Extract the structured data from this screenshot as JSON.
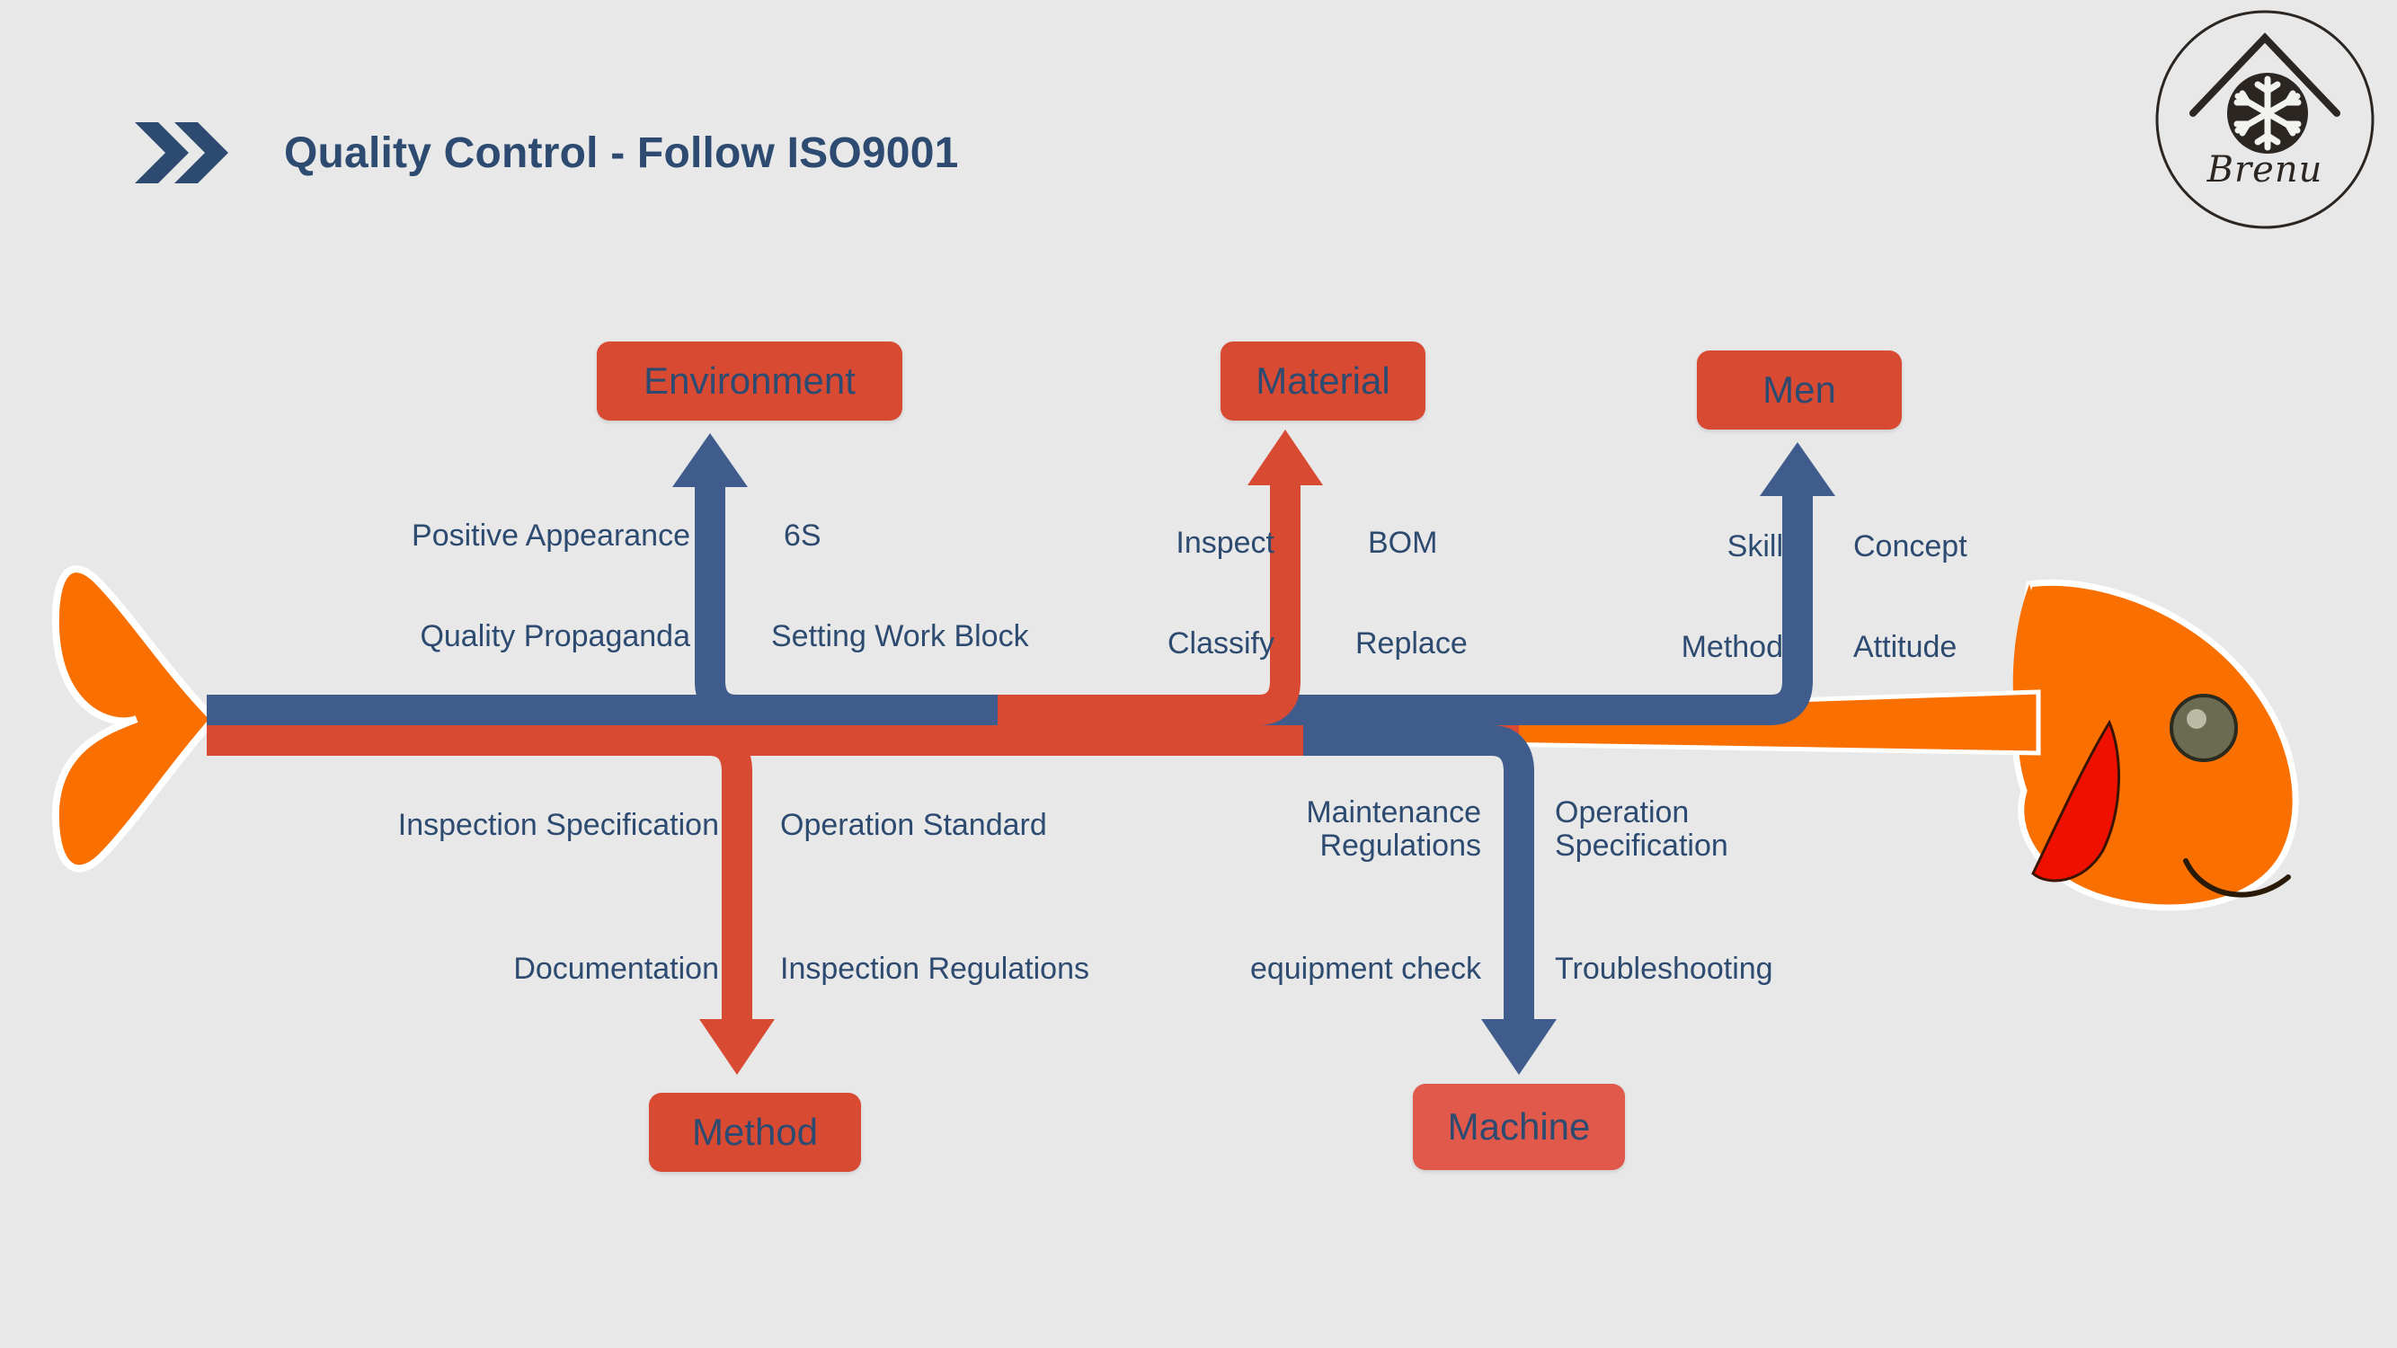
{
  "header": {
    "title": "Quality Control - Follow ISO9001",
    "chevron_icon": "double-chevron-right-icon"
  },
  "logo": {
    "brand": "Brenu",
    "roof_icon": "roof-chevron-icon",
    "snowflake_icon": "snowflake-icon"
  },
  "colors": {
    "background": "#e8e8e8",
    "navy": "#3f5c8c",
    "navy_text": "#2d4a70",
    "red": "#d94a33",
    "red_light": "#e0594a",
    "orange": "#fa7000",
    "gill_red": "#f01000",
    "eye": "#6b6b52"
  },
  "chart_data": {
    "type": "fishbone",
    "title": "Quality Control - Follow ISO9001",
    "effect": "Quality Control",
    "categories": [
      {
        "name": "Environment",
        "position": "top",
        "box_color": "#d94a33",
        "arrow_color": "#3f5c8c",
        "causes_left": [
          "Positive Appearance",
          "Quality Propaganda"
        ],
        "causes_right": [
          "6S",
          "Setting Work Block"
        ]
      },
      {
        "name": "Material",
        "position": "top",
        "box_color": "#d94a33",
        "arrow_color": "#d94a33",
        "causes_left": [
          "Inspect",
          "Classify"
        ],
        "causes_right": [
          "BOM",
          "Replace"
        ]
      },
      {
        "name": "Men",
        "position": "top",
        "box_color": "#d94a33",
        "arrow_color": "#3f5c8c",
        "causes_left": [
          "Skill",
          "Method"
        ],
        "causes_right": [
          "Concept",
          "Attitude"
        ]
      },
      {
        "name": "Method",
        "position": "bottom",
        "box_color": "#d94a33",
        "arrow_color": "#d94a33",
        "causes_left": [
          "Inspection Specification",
          "Documentation"
        ],
        "causes_right": [
          "Operation Standard",
          "Inspection Regulations"
        ]
      },
      {
        "name": "Machine",
        "position": "bottom",
        "box_color": "#e0594a",
        "arrow_color": "#3f5c8c",
        "causes_left": [
          "Maintenance\nRegulations",
          "equipment check"
        ],
        "causes_right": [
          "Operation\nSpecification",
          "Troubleshooting"
        ]
      }
    ]
  },
  "boxes": {
    "environment": "Environment",
    "material": "Material",
    "men": "Men",
    "method": "Method",
    "machine": "Machine"
  },
  "causes": {
    "environment": {
      "l1": "Positive Appearance",
      "r1": "6S",
      "l2": "Quality Propaganda",
      "r2": "Setting Work Block"
    },
    "material": {
      "l1": "Inspect",
      "r1": "BOM",
      "l2": "Classify",
      "r2": "Replace"
    },
    "men": {
      "l1": "Skill",
      "r1": "Concept",
      "l2": "Method",
      "r2": "Attitude"
    },
    "method": {
      "l1": "Inspection Specification",
      "r1": "Operation Standard",
      "l2": "Documentation",
      "r2": "Inspection Regulations"
    },
    "machine": {
      "l1": "Maintenance\nRegulations",
      "r1": "Operation\nSpecification",
      "l2": "equipment check",
      "r2": "Troubleshooting"
    }
  }
}
